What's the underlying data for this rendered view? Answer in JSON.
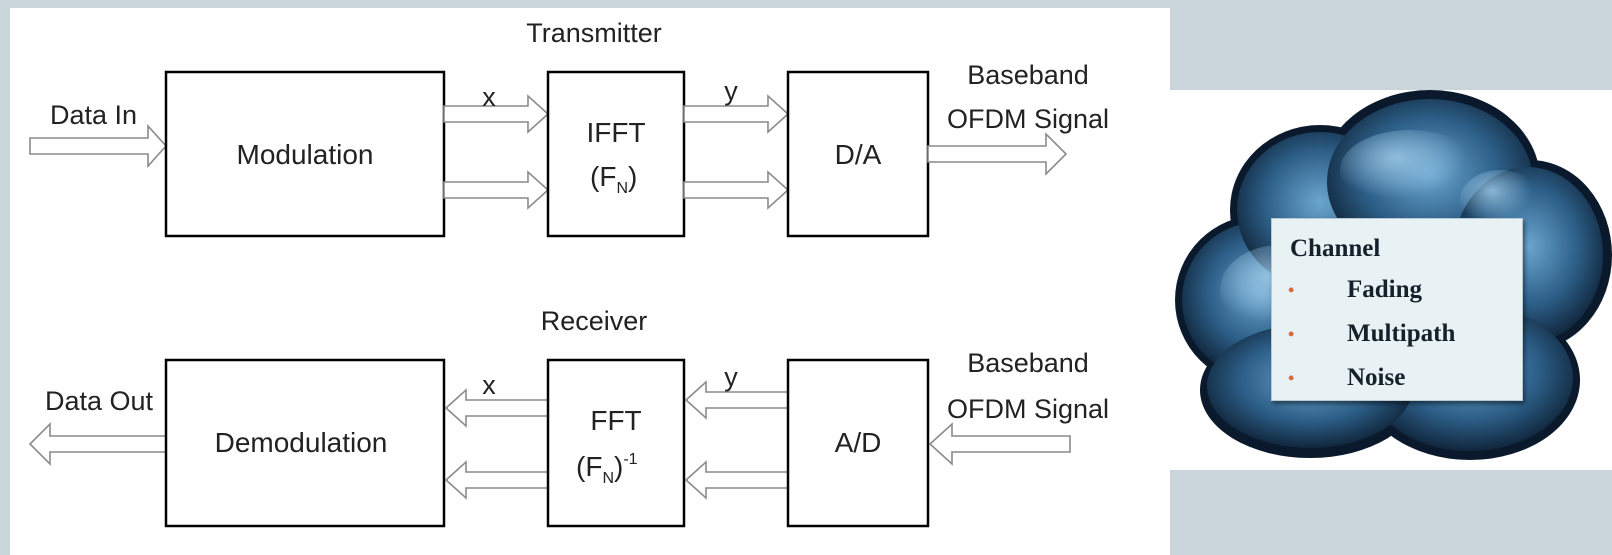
{
  "transmitter": {
    "section_label": "Transmitter",
    "input_label": "Data In",
    "modulation_label": "Modulation",
    "x_label": "x",
    "ifft_label": "IFFT",
    "ifft_formula": "(F",
    "ifft_formula_sub": "N",
    "ifft_formula_close": ")",
    "y_label": "y",
    "da_label": "D/A",
    "output_label_line1": "Baseband",
    "output_label_line2": "OFDM Signal"
  },
  "receiver": {
    "section_label": "Receiver",
    "output_label": "Data Out",
    "demodulation_label": "Demodulation",
    "x_label": "x",
    "fft_label": "FFT",
    "fft_formula": "(F",
    "fft_formula_sub": "N",
    "fft_formula_close": ")",
    "fft_formula_sup": "-1",
    "y_label": "y",
    "ad_label": "A/D",
    "input_label_line1": "Baseband",
    "input_label_line2": "OFDM Signal"
  },
  "channel": {
    "title": "Channel",
    "items": [
      "Fading",
      "Multipath",
      "Noise"
    ],
    "bullet": "•",
    "bullet_color": "#d76a3e",
    "box_color": "#e8f1f3"
  },
  "colors": {
    "background": "#c9d5da",
    "panel": "#ffffff",
    "cloud_dark": "#0a1a2c",
    "cloud_mid": "#2d5f88",
    "cloud_light": "#6aa6cf"
  }
}
